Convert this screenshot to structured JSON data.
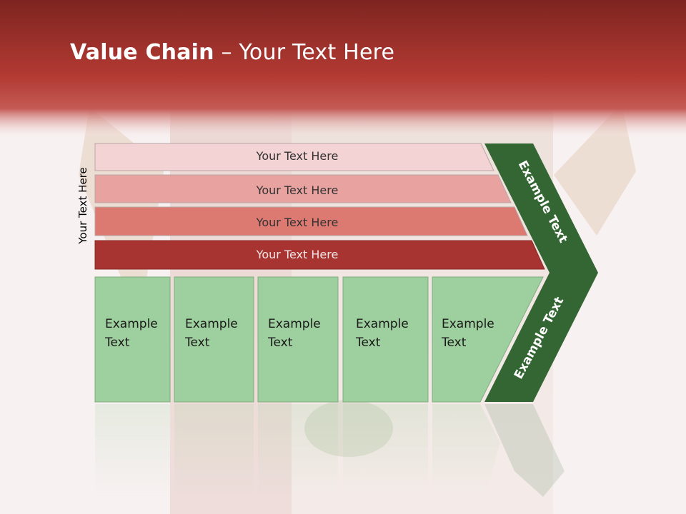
{
  "slide": {
    "title_bold": "Value Chain",
    "title_rest": " – Your Text Here",
    "side_label": "Your Text Here"
  },
  "support_bars": [
    {
      "label": "Your Text Here",
      "color": "#f3d3d3"
    },
    {
      "label": "Your Text Here",
      "color": "#e8a3a0"
    },
    {
      "label": "Your Text Here",
      "color": "#dc7a72"
    },
    {
      "label": "Your Text Here",
      "color": "#a83431"
    }
  ],
  "primary_boxes": [
    {
      "line1": "Example",
      "line2": "Text"
    },
    {
      "line1": "Example",
      "line2": "Text"
    },
    {
      "line1": "Example",
      "line2": "Text"
    },
    {
      "line1": "Example",
      "line2": "Text"
    },
    {
      "line1": "Example",
      "line2": "Text"
    }
  ],
  "arrow": {
    "upper_label": "Example Text",
    "lower_label": "Example Text",
    "color": "#336633"
  },
  "colors": {
    "header": "#b23a33",
    "box_fill": "#9ecf9e",
    "box_stroke": "#7fae7f"
  }
}
